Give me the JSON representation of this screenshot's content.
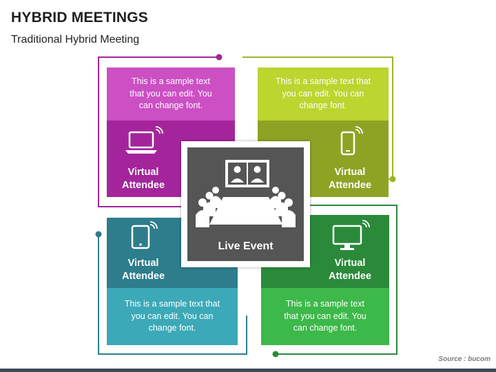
{
  "header": {
    "title": "HYBRID MEETINGS",
    "subtitle": "Traditional Hybrid Meeting"
  },
  "center": {
    "label": "Live Event",
    "icon": "conference-room-icon",
    "color": "#555555"
  },
  "quadrants": [
    {
      "id": "top-left",
      "text": "This is a sample text that you can edit. You can change font.",
      "label": "Virtual Attendee",
      "icon": "laptop-wifi-icon",
      "light_color": "#cc4fc4",
      "dark_color": "#a4259b",
      "line_color": "#a4259b"
    },
    {
      "id": "top-right",
      "text": "This is a sample text that you can edit. You can change font.",
      "label": "Virtual Attendee",
      "icon": "smartphone-wifi-icon",
      "light_color": "#bcd52f",
      "dark_color": "#8ea324",
      "line_color": "#9fb32a"
    },
    {
      "id": "bottom-left",
      "text": "This is a sample text that you can edit. You can change font.",
      "label": "Virtual Attendee",
      "icon": "tablet-wifi-icon",
      "light_color": "#3ba9b8",
      "dark_color": "#2d7d8c",
      "line_color": "#2d7d8c"
    },
    {
      "id": "bottom-right",
      "text": "This is a sample text that you can edit. You can change font.",
      "label": "Virtual Attendee",
      "icon": "monitor-wifi-icon",
      "light_color": "#3db84a",
      "dark_color": "#2a8a3a",
      "line_color": "#2a8a3a"
    }
  ],
  "footer": {
    "source": "Source : bucom"
  }
}
